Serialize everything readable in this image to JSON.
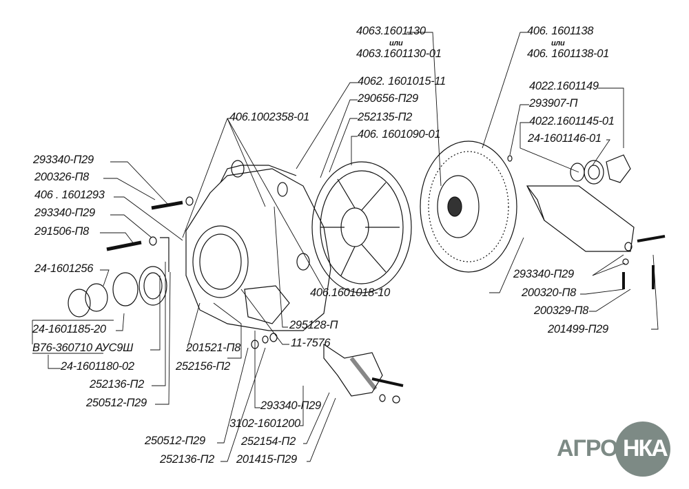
{
  "labels": {
    "l1": "293340-П29",
    "l2": "200326-П8",
    "l3": "406 . 1601293",
    "l4": "293340-П29",
    "l5": "291506-П8",
    "l6": "24-1601256",
    "l7": "24-1601185-20",
    "l8": "В76-360710 АУС9Ш",
    "l9": "24-1601180-02",
    "l10": "252136-П2",
    "l11": "250512-П29",
    "l12": "201521-П8",
    "l13": "252156-П2",
    "l14": "406.1002358-01",
    "l15": "4063.1601130",
    "l15or": "или",
    "l15b": "4063.1601130-01",
    "l16": "4062. 1601015-11",
    "l17": "290656-П29",
    "l18": "252135-П2",
    "l19": "406. 1601090-01",
    "l20": "406. 1601138",
    "l20or": "или",
    "l20b": "406. 1601138-01",
    "l21": "4022.1601149",
    "l22": "293907-П",
    "l23": "4022.1601145-01",
    "l24": "24-1601146-01",
    "l25": "406.1601018-10",
    "l26": "293340-П29",
    "l27": "200320-П8",
    "l28": "200329-П8",
    "l29": "201499-П29",
    "l30": "295128-П",
    "l31": "11-7576",
    "l32": "293340-П29",
    "l33": "3102-1601200",
    "l34": "252154-П2",
    "l35": "201415-П29",
    "l36": "250512-П29",
    "l37": "252136-П2"
  },
  "logo": {
    "part1": "АГРО",
    "part2": "НКА"
  },
  "colors": {
    "ink": "#111111",
    "logo": "#7d8a85"
  }
}
